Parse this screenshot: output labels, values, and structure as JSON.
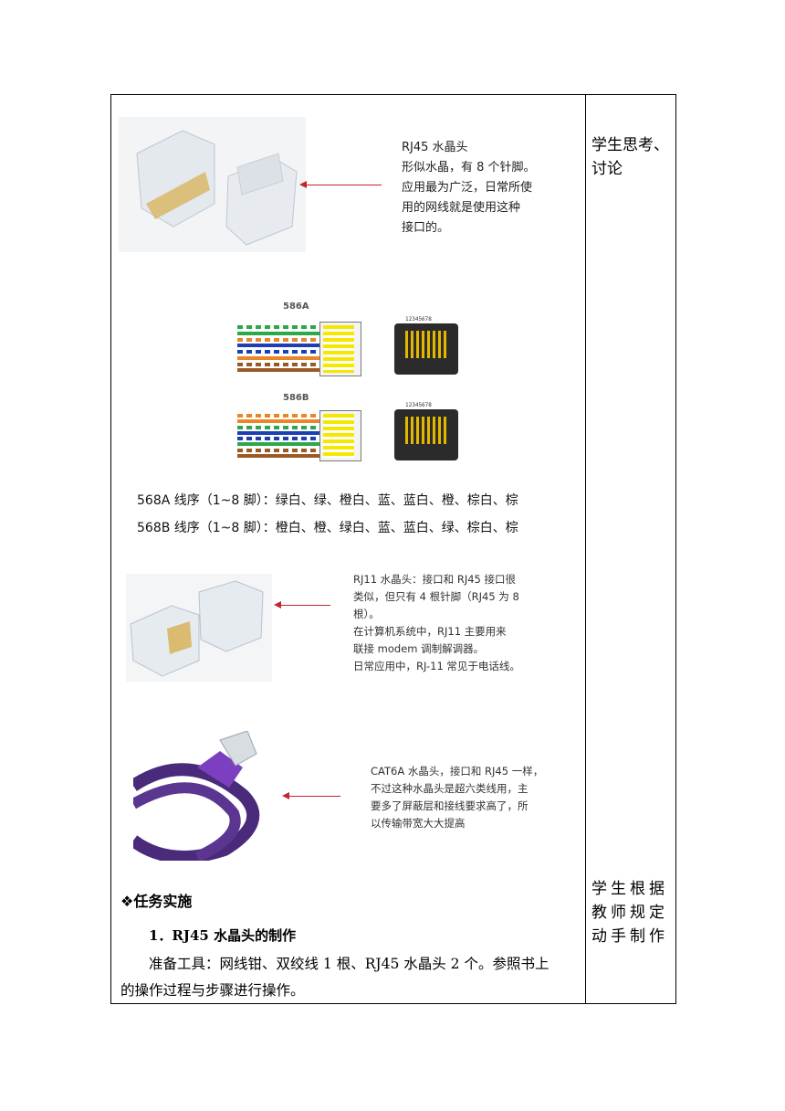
{
  "rj45": {
    "title": "RJ45 水晶头",
    "lines": [
      "形似水晶，有 8 个针脚。",
      "应用最为广泛，日常所使",
      "用的网线就是使用这种",
      "接口的。"
    ]
  },
  "wiring": {
    "label_a": "586A",
    "label_b": "586B",
    "pin_numbers": "12345678",
    "seq_a": "568A 线序（1~8 脚）：绿白、绿、橙白、蓝、蓝白、橙、棕白、棕",
    "seq_b": "568B 线序（1~8 脚）：橙白、橙、绿白、蓝、蓝白、绿、棕白、棕",
    "colors_a": [
      "#2aa84a",
      "#2aa84a",
      "#e8862a",
      "#1d3fb5",
      "#1d3fb5",
      "#e8862a",
      "#9a5a24",
      "#9a5a24"
    ],
    "colors_b": [
      "#e8862a",
      "#e8862a",
      "#2aa84a",
      "#1d3fb5",
      "#1d3fb5",
      "#2aa84a",
      "#9a5a24",
      "#9a5a24"
    ]
  },
  "rj11": {
    "lines": [
      "RJ11 水晶头：接口和 RJ45 接口很",
      "类似，但只有 4 根针脚（RJ45 为 8",
      "根）。",
      "在计算机系统中，RJ11 主要用来",
      "联接 modem 调制解调器。",
      "日常应用中，RJ-11 常见于电话线。"
    ]
  },
  "cat6a": {
    "lines": [
      "CAT6A 水晶头，接口和 RJ45 一样，",
      "不过这种水晶头是超六类线用，主",
      "要多了屏蔽层和接线要求高了，所",
      "以传输带宽大大提高"
    ]
  },
  "side": {
    "top": [
      "学生思考、",
      "讨论"
    ],
    "bottom": [
      "学生根据",
      "教师规定",
      "动手制作"
    ]
  },
  "task": {
    "heading": "❖任务实施",
    "sub": "1．RJ45 水晶头的制作",
    "para1": "准备工具：网线钳、双绞线 1 根、RJ45 水晶头 2 个。参照书上",
    "para2": "的操作过程与步骤进行操作。"
  },
  "accent": "#c0262b"
}
